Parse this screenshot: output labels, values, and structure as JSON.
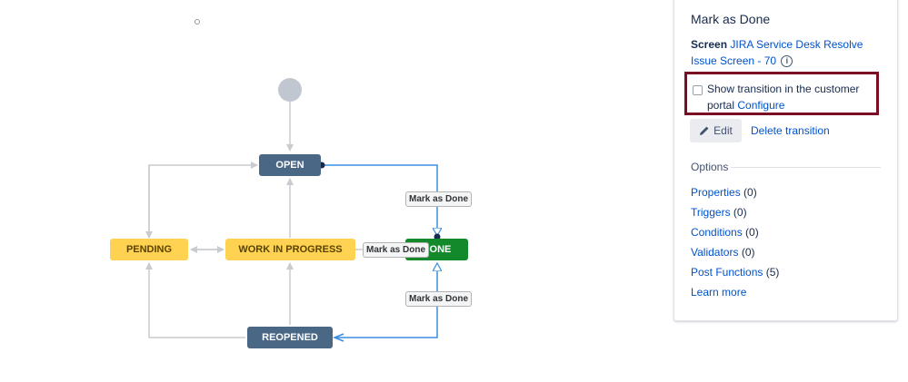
{
  "diagram": {
    "nodes": {
      "open": "OPEN",
      "pending": "PENDING",
      "wip": "WORK IN PROGRESS",
      "done": "DONE",
      "reopened": "REOPENED"
    },
    "edge_labels": {
      "top": "Mark as Done",
      "middle": "Mark as Done",
      "bottom": "Mark as Done"
    },
    "colors": {
      "status_blue": "#4a6785",
      "status_yellow": "#ffd351",
      "status_green": "#14892c",
      "selected_edge": "#3b8de0",
      "edge": "#c8cbd0"
    }
  },
  "panel": {
    "title": "Mark as Done",
    "screen_label": "Screen",
    "screen_link": "JIRA Service Desk Resolve Issue Screen - 70",
    "info_icon": "info-icon",
    "checkbox_label": "Show transition in the customer portal",
    "configure_link": "Configure",
    "edit_label": "Edit",
    "delete_label": "Delete transition",
    "options_heading": "Options",
    "options": [
      {
        "label": "Properties",
        "count": "(0)"
      },
      {
        "label": "Triggers",
        "count": "(0)"
      },
      {
        "label": "Conditions",
        "count": "(0)"
      },
      {
        "label": "Validators",
        "count": "(0)"
      },
      {
        "label": "Post Functions",
        "count": "(5)"
      }
    ],
    "learn_more": "Learn more"
  }
}
